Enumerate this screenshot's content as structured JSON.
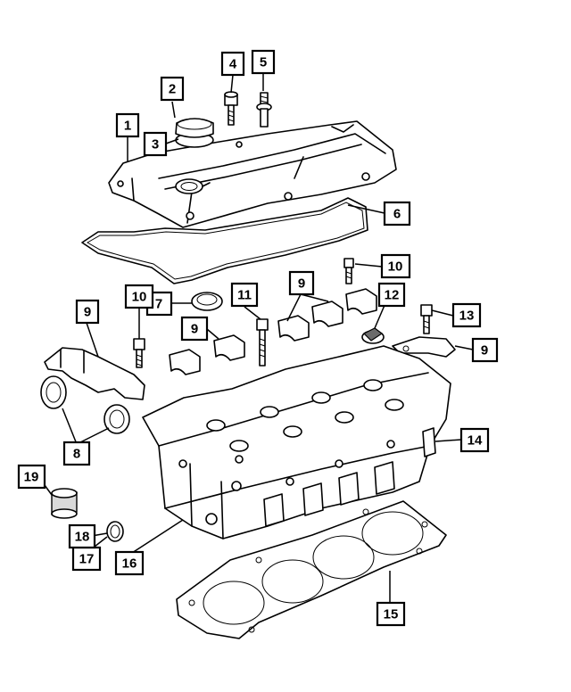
{
  "callouts": [
    {
      "id": "c1",
      "label": "1"
    },
    {
      "id": "c2",
      "label": "2"
    },
    {
      "id": "c3",
      "label": "3"
    },
    {
      "id": "c4",
      "label": "4"
    },
    {
      "id": "c5",
      "label": "5"
    },
    {
      "id": "c6",
      "label": "6"
    },
    {
      "id": "c7",
      "label": "7"
    },
    {
      "id": "c8",
      "label": "8"
    },
    {
      "id": "c9a",
      "label": "9"
    },
    {
      "id": "c9b",
      "label": "9"
    },
    {
      "id": "c9c",
      "label": "9"
    },
    {
      "id": "c9d",
      "label": "9"
    },
    {
      "id": "c10a",
      "label": "10"
    },
    {
      "id": "c10b",
      "label": "10"
    },
    {
      "id": "c11",
      "label": "11"
    },
    {
      "id": "c12",
      "label": "12"
    },
    {
      "id": "c13",
      "label": "13"
    },
    {
      "id": "c14",
      "label": "14"
    },
    {
      "id": "c15",
      "label": "15"
    },
    {
      "id": "c16",
      "label": "16"
    },
    {
      "id": "c17",
      "label": "17"
    },
    {
      "id": "c18",
      "label": "18"
    },
    {
      "id": "c19",
      "label": "19"
    }
  ]
}
